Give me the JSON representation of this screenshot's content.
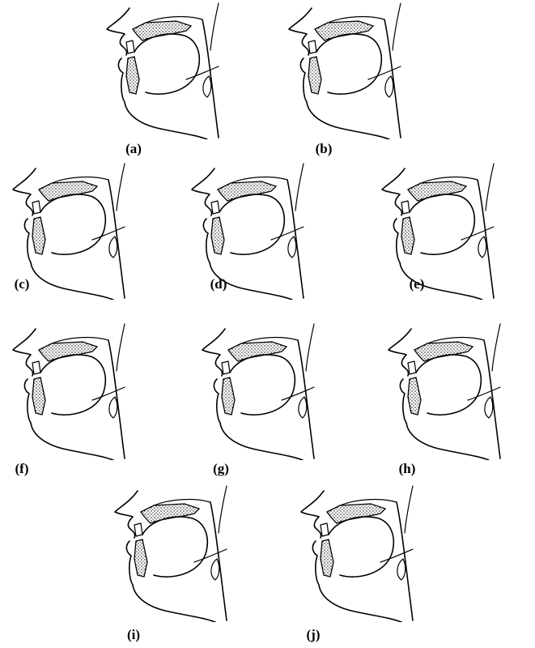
{
  "panels": [
    {
      "id": "a",
      "label": "(a)"
    },
    {
      "id": "b",
      "label": "(b)"
    },
    {
      "id": "c",
      "label": "(c)"
    },
    {
      "id": "d",
      "label": "(d)"
    },
    {
      "id": "e",
      "label": "(e)"
    },
    {
      "id": "f",
      "label": "(f)"
    },
    {
      "id": "g",
      "label": "(g)"
    },
    {
      "id": "h",
      "label": "(h)"
    },
    {
      "id": "i",
      "label": "(i)"
    },
    {
      "id": "j",
      "label": "(j)"
    }
  ]
}
